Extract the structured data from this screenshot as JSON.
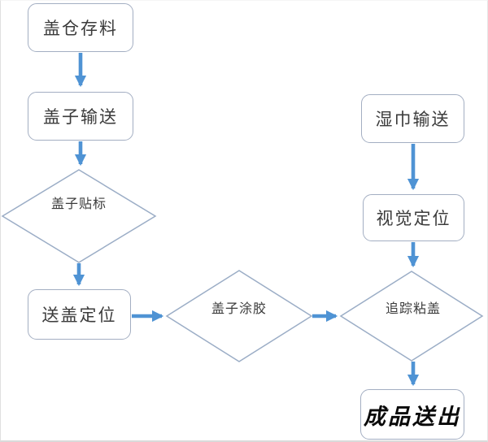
{
  "diagram": {
    "type": "flowchart",
    "language": "zh-CN",
    "colors": {
      "arrow": "#4f93d4",
      "shape_border": "#a3aec2",
      "diamond_border": "#9badc6",
      "text": "#3b3b3b",
      "end_node_text": "#0a0a0a",
      "background": "#ffffff"
    },
    "nodes": [
      {
        "id": "cover-storage",
        "shape": "rounded-rect",
        "label": "盖仓存料"
      },
      {
        "id": "cover-convey",
        "shape": "rounded-rect",
        "label": "盖子输送"
      },
      {
        "id": "cover-labeling",
        "shape": "diamond",
        "label": "盖子贴标"
      },
      {
        "id": "cover-feed-position",
        "shape": "rounded-rect",
        "label": "送盖定位"
      },
      {
        "id": "cover-gluing",
        "shape": "diamond",
        "label": "盖子涂胶"
      },
      {
        "id": "wipes-convey",
        "shape": "rounded-rect",
        "label": "湿巾输送"
      },
      {
        "id": "vision-position",
        "shape": "rounded-rect",
        "label": "视觉定位"
      },
      {
        "id": "tracking-stick",
        "shape": "diamond",
        "label": "追踪粘盖"
      },
      {
        "id": "product-output",
        "shape": "rounded-rect",
        "label": "成品送出"
      }
    ],
    "edges": [
      {
        "from": "cover-storage",
        "to": "cover-convey"
      },
      {
        "from": "cover-convey",
        "to": "cover-labeling"
      },
      {
        "from": "cover-labeling",
        "to": "cover-feed-position"
      },
      {
        "from": "cover-feed-position",
        "to": "cover-gluing"
      },
      {
        "from": "cover-gluing",
        "to": "tracking-stick"
      },
      {
        "from": "wipes-convey",
        "to": "vision-position"
      },
      {
        "from": "vision-position",
        "to": "tracking-stick"
      },
      {
        "from": "tracking-stick",
        "to": "product-output"
      }
    ]
  }
}
